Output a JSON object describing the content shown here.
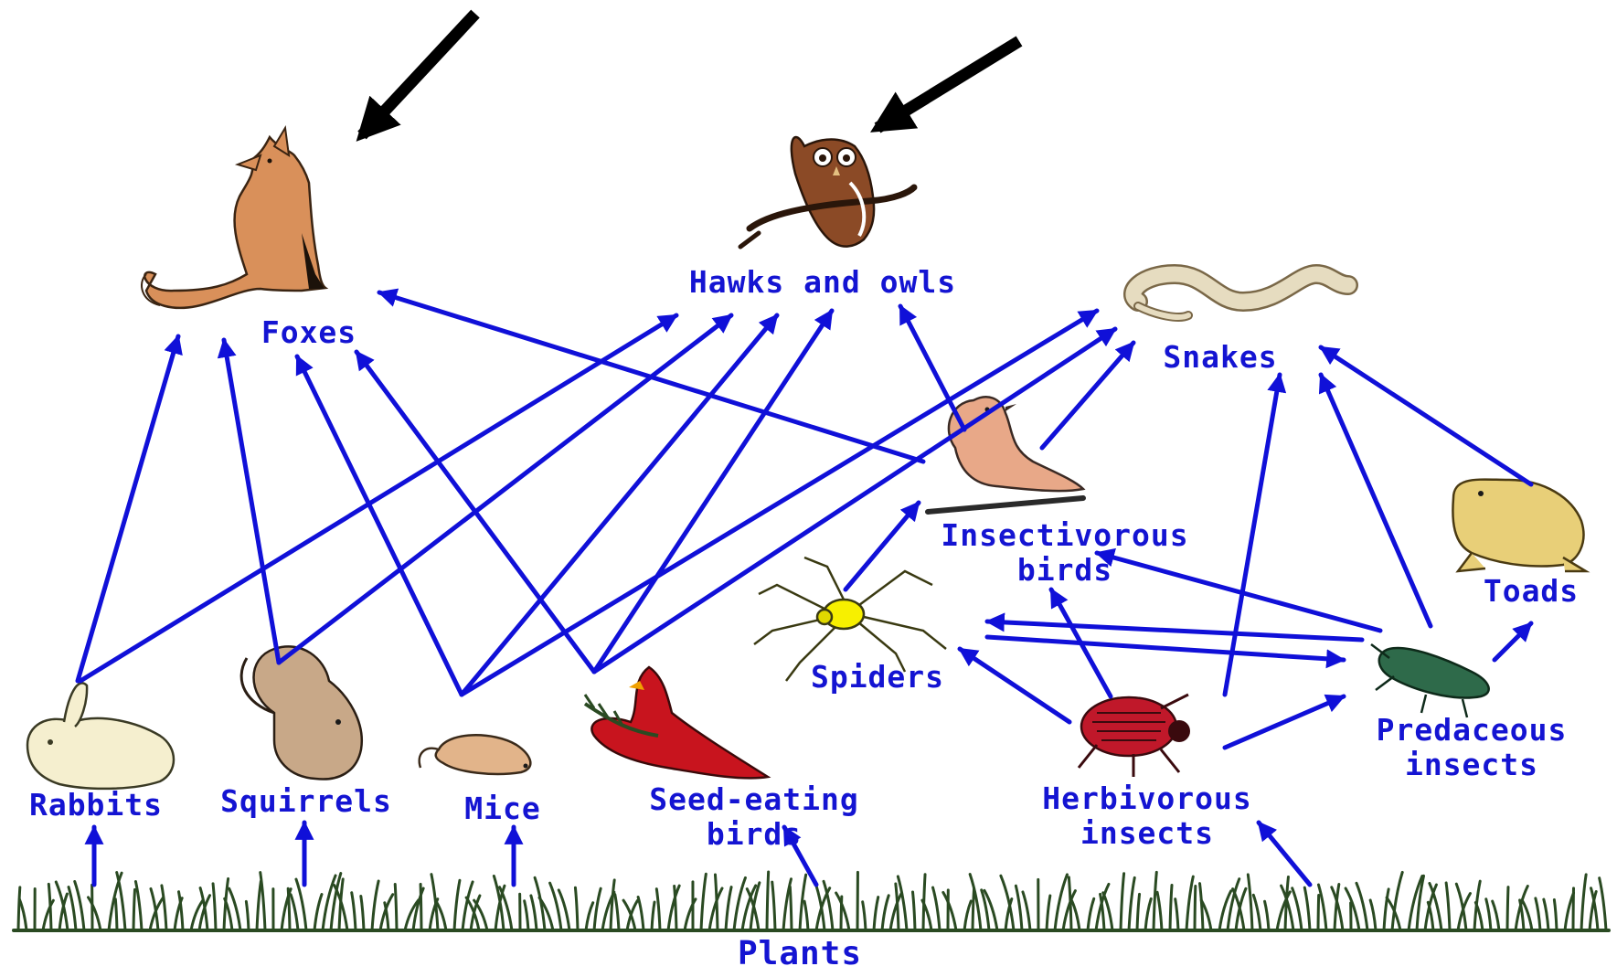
{
  "colors": {
    "arrow": "#1010d8",
    "label": "#1414d2",
    "pointer": "#000000",
    "grass": "#2a4a22"
  },
  "nodes": {
    "foxes": {
      "label": "Foxes",
      "icon": "fox-icon"
    },
    "hawks_owls": {
      "label": "Hawks and owls",
      "icon": "owl-icon"
    },
    "snakes": {
      "label": "Snakes",
      "icon": "snake-icon"
    },
    "insectivorous_birds": {
      "label_line1": "Insectivorous",
      "label_line2": "birds",
      "icon": "bird-icon"
    },
    "toads": {
      "label": "Toads",
      "icon": "toad-icon"
    },
    "spiders": {
      "label": "Spiders",
      "icon": "spider-icon"
    },
    "predaceous_insects": {
      "label_line1": "Predaceous",
      "label_line2": "insects",
      "icon": "beetle-icon"
    },
    "herbivorous_insects": {
      "label_line1": "Herbivorous",
      "label_line2": "insects",
      "icon": "ladybug-icon"
    },
    "rabbits": {
      "label": "Rabbits",
      "icon": "rabbit-icon"
    },
    "squirrels": {
      "label": "Squirrels",
      "icon": "squirrel-icon"
    },
    "mice": {
      "label": "Mice",
      "icon": "mouse-icon"
    },
    "seed_eating_birds": {
      "label_line1": "Seed-eating",
      "label_line2": "birds",
      "icon": "cardinal-icon"
    },
    "plants": {
      "label": "Plants",
      "icon": "grass-icon"
    }
  },
  "edges": [
    [
      "plants",
      "rabbits"
    ],
    [
      "plants",
      "squirrels"
    ],
    [
      "plants",
      "mice"
    ],
    [
      "plants",
      "seed_eating_birds"
    ],
    [
      "plants",
      "herbivorous_insects"
    ],
    [
      "rabbits",
      "foxes"
    ],
    [
      "rabbits",
      "hawks_owls"
    ],
    [
      "squirrels",
      "foxes"
    ],
    [
      "squirrels",
      "hawks_owls"
    ],
    [
      "mice",
      "foxes"
    ],
    [
      "mice",
      "hawks_owls"
    ],
    [
      "mice",
      "snakes"
    ],
    [
      "seed_eating_birds",
      "foxes"
    ],
    [
      "seed_eating_birds",
      "hawks_owls"
    ],
    [
      "seed_eating_birds",
      "snakes"
    ],
    [
      "insectivorous_birds",
      "foxes"
    ],
    [
      "insectivorous_birds",
      "hawks_owls"
    ],
    [
      "insectivorous_birds",
      "snakes"
    ],
    [
      "spiders",
      "insectivorous_birds"
    ],
    [
      "spiders",
      "predaceous_insects"
    ],
    [
      "predaceous_insects",
      "spiders"
    ],
    [
      "predaceous_insects",
      "insectivorous_birds"
    ],
    [
      "predaceous_insects",
      "snakes"
    ],
    [
      "predaceous_insects",
      "toads"
    ],
    [
      "herbivorous_insects",
      "spiders"
    ],
    [
      "herbivorous_insects",
      "insectivorous_birds"
    ],
    [
      "herbivorous_insects",
      "snakes"
    ],
    [
      "herbivorous_insects",
      "predaceous_insects"
    ],
    [
      "toads",
      "snakes"
    ]
  ],
  "highlight_pointers": [
    "foxes",
    "hawks_owls"
  ]
}
